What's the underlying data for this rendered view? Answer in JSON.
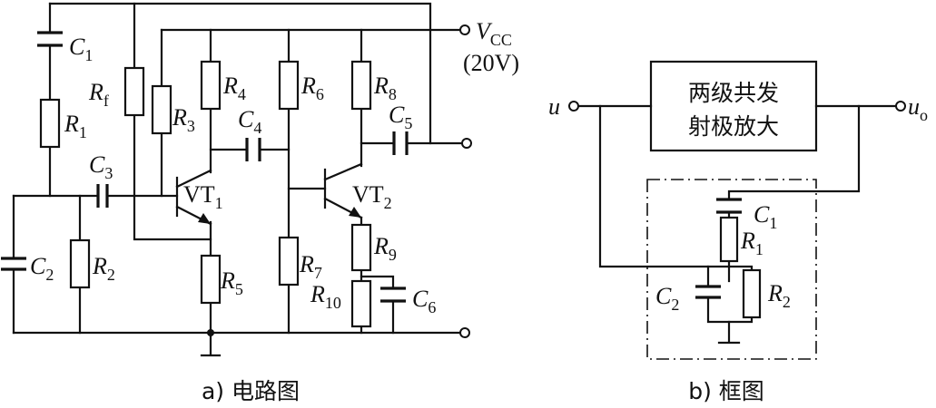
{
  "diagram": {
    "vcc": {
      "symbol": "V",
      "subscript": "CC",
      "value": "(20V)"
    },
    "components": {
      "c1": {
        "main": "C",
        "sub": "1"
      },
      "c2": {
        "main": "C",
        "sub": "2"
      },
      "c3": {
        "main": "C",
        "sub": "3"
      },
      "c4": {
        "main": "C",
        "sub": "4"
      },
      "c5": {
        "main": "C",
        "sub": "5"
      },
      "c6": {
        "main": "C",
        "sub": "6"
      },
      "r1": {
        "main": "R",
        "sub": "1"
      },
      "r2": {
        "main": "R",
        "sub": "2"
      },
      "r3": {
        "main": "R",
        "sub": "3"
      },
      "r4": {
        "main": "R",
        "sub": "4"
      },
      "r5": {
        "main": "R",
        "sub": "5"
      },
      "r6": {
        "main": "R",
        "sub": "6"
      },
      "r7": {
        "main": "R",
        "sub": "7"
      },
      "r8": {
        "main": "R",
        "sub": "8"
      },
      "r9": {
        "main": "R",
        "sub": "9"
      },
      "r10": {
        "main": "R",
        "sub": "10"
      },
      "rf": {
        "main": "R",
        "sub": "f"
      },
      "vt1": {
        "main": "VT",
        "sub": "1"
      },
      "vt2": {
        "main": "VT",
        "sub": "2"
      }
    },
    "block_diagram": {
      "amp_line1": "两级共发",
      "amp_line2": "射极放大",
      "input": {
        "main": "u",
        "sub": ""
      },
      "output": {
        "main": "u",
        "sub": "o"
      },
      "c1": {
        "main": "C",
        "sub": "1"
      },
      "c2": {
        "main": "C",
        "sub": "2"
      },
      "r1": {
        "main": "R",
        "sub": "1"
      },
      "r2": {
        "main": "R",
        "sub": "2"
      }
    },
    "captions": {
      "a": "a) 电路图",
      "b": "b) 框图"
    }
  }
}
